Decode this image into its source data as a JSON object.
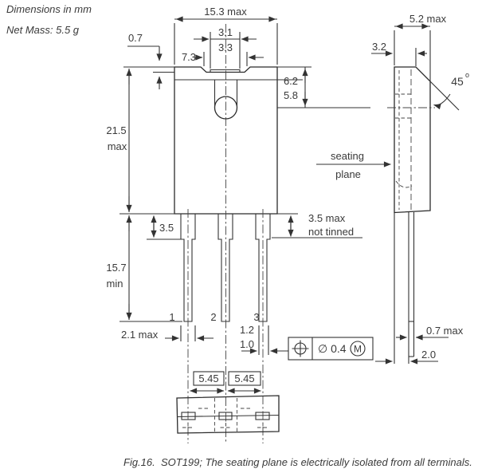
{
  "page": {
    "note_units": "Dimensions in mm",
    "note_mass": "Net Mass: 5.5 g",
    "caption": "Fig.16.  SOT199; The seating plane is electrically isolated from all terminals."
  },
  "front_view": {
    "dim_width": "15.3 max",
    "dim_tab_max": "3.1",
    "dim_tab_min": "3.3",
    "dim_notch": "7.3",
    "dim_rim": "0.7",
    "dim_hole_max": "6.2",
    "dim_hole_min": "5.8",
    "dim_body_height": "21.5",
    "dim_body_height_qual": "max",
    "dim_lead_length": "15.7",
    "dim_lead_length_qual": "min",
    "dim_shoulder": "3.5",
    "note_shoulder_line1": "3.5 max",
    "note_shoulder_line2": "not tinned",
    "dim_lead_width": "2.1 max",
    "dim_lead_thick_max": "1.2",
    "dim_lead_thick_min": "1.0",
    "pin1": "1",
    "pin2": "2",
    "pin3": "3",
    "dim_pitch_left": "5.45",
    "dim_pitch_right": "5.45"
  },
  "side_view": {
    "dim_depth": "5.2 max",
    "dim_step": "3.2",
    "dim_chamfer": "45",
    "dim_chamfer_deg": "o",
    "label_seating_line1": "seating",
    "label_seating_line2": "plane",
    "dim_lead_thickness": "0.7 max",
    "dim_standoff": "2.0"
  },
  "tolerance_frame": {
    "diameter_label": "∅ 0.4",
    "modifier": "M"
  },
  "colors": {
    "line": "#333333",
    "text": "#3a3a3a",
    "background": "#ffffff"
  }
}
